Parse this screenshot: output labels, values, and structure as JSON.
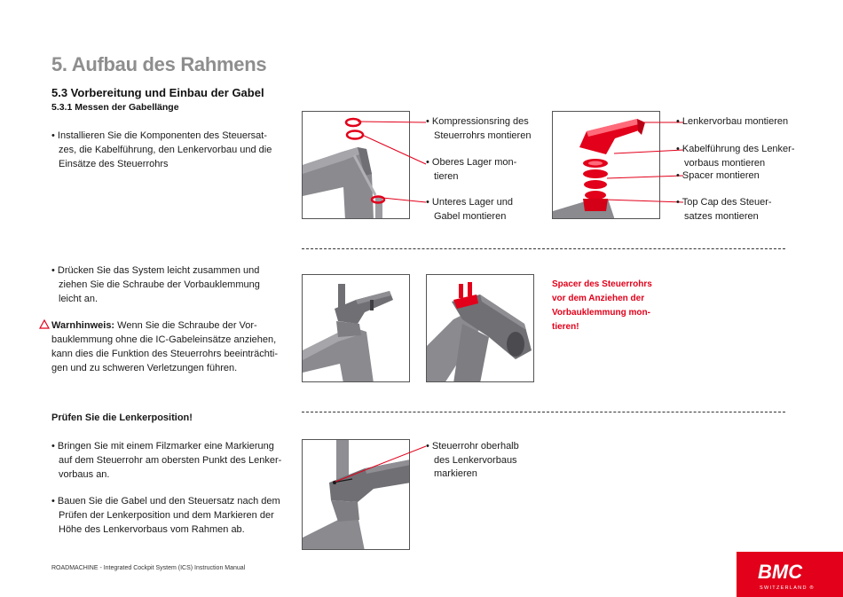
{
  "heading": {
    "main": "5. Aufbau des Rahmens",
    "sub": "5.3 Vorbereitung und Einbau der Gabel",
    "subsub": "5.3.1 Messen der Gabellänge"
  },
  "section1": {
    "bullet_lines": [
      "• Installieren Sie die Komponenten des Steuersat-",
      "zes, die Kabelführung, den Lenkervorbau und die",
      "Einsätze des Steuerrohrs"
    ],
    "callouts_left": [
      {
        "lines": [
          "• Kompressionsring des",
          "Steuerrohrs montieren"
        ]
      },
      {
        "lines": [
          "• Oberes Lager mon-",
          "tieren"
        ]
      },
      {
        "lines": [
          "• Unteres Lager und",
          "Gabel montieren"
        ]
      }
    ],
    "callouts_right": [
      {
        "lines": [
          "• Lenkervorbau montieren"
        ]
      },
      {
        "lines": [
          "• Kabelführung des Lenker-",
          "vorbaus montieren"
        ]
      },
      {
        "lines": [
          "• Spacer montieren"
        ]
      },
      {
        "lines": [
          "• Top Cap des Steuer-",
          "satzes montieren"
        ]
      }
    ]
  },
  "section2": {
    "bullet_lines": [
      "• Drücken Sie das System leicht zusammen und",
      "ziehen Sie die Schraube der Vorbauklemmung",
      "leicht an."
    ],
    "warning_label": "Warnhinweis:",
    "warning_first": " Wenn Sie die Schraube der Vor-",
    "warning_lines": [
      "bauklemmung ohne die IC-Gabeleinsätze anziehen,",
      "kann dies die Funktion des Steuerrohrs beeinträchti-",
      "gen und zu schweren Verletzungen führen."
    ],
    "red_note_lines": [
      "Spacer des Steuerrohrs",
      "vor dem Anziehen der",
      "Vorbauklemmung mon-",
      "tieren!"
    ]
  },
  "section3": {
    "title": "Prüfen Sie die Lenkerposition!",
    "bullet1_lines": [
      "• Bringen Sie mit einem Filzmarker eine Markierung",
      "auf dem Steuerrohr am obersten Punkt des Lenker-",
      "vorbaus an."
    ],
    "bullet2_lines": [
      "• Bauen Sie die Gabel und den Steuersatz nach dem",
      "Prüfen der Lenkerposition und dem Markieren der",
      "Höhe des Lenkervorbaus vom Rahmen ab."
    ],
    "callout_lines": [
      "• Steuerrohr oberhalb",
      "des Lenkervorbaus",
      "markieren"
    ]
  },
  "footer": {
    "manual": "ROADMACHINE - Integrated Cockpit System (ICS) Instruction Manual"
  },
  "logo": {
    "brand": "BMC",
    "tagline": "SWITZERLAND ®"
  },
  "colors": {
    "accent_red": "#e2001a",
    "frame_gray": "#8a8a8f",
    "heading_gray": "#8e8e8e"
  }
}
